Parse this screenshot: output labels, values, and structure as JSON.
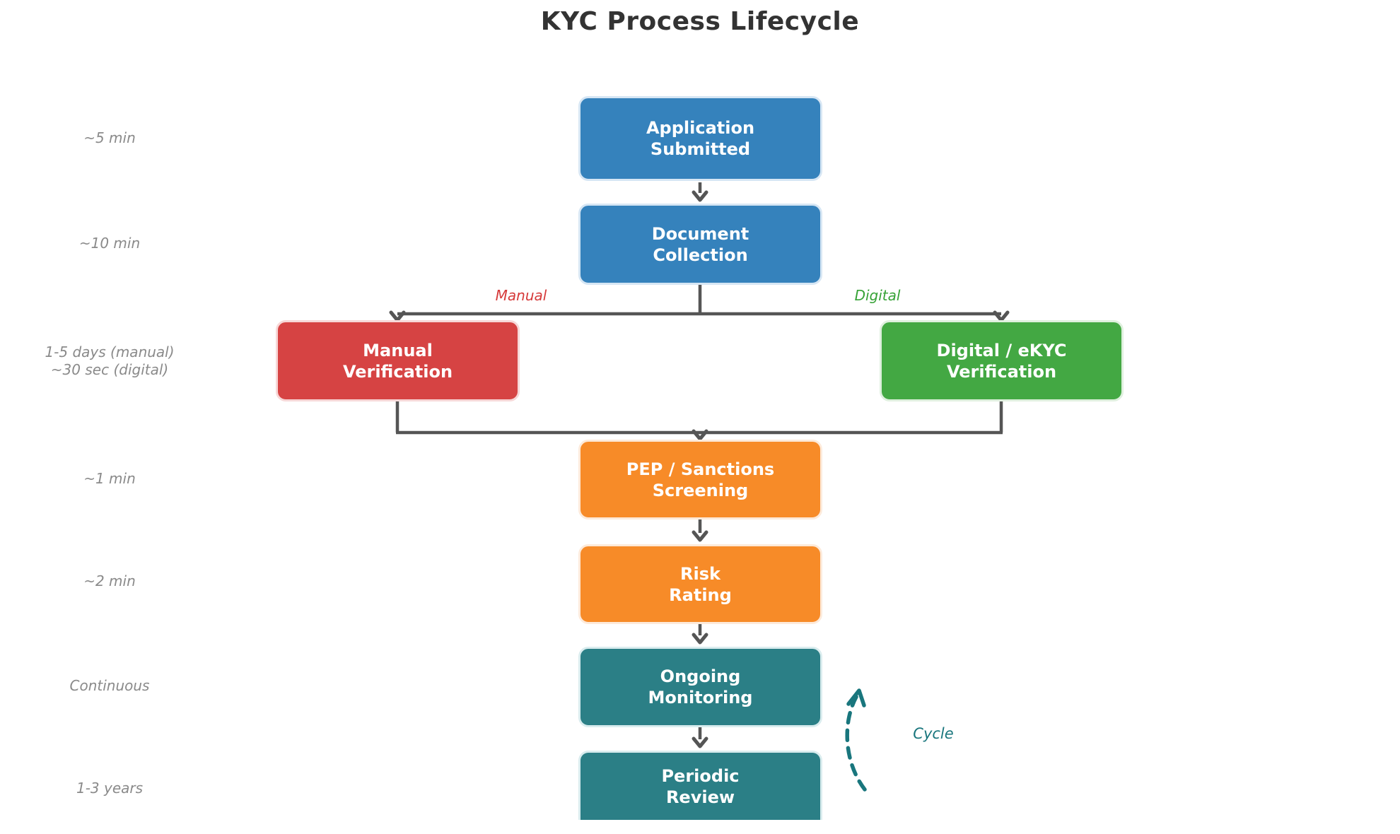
{
  "title": "KYC Process Lifecycle",
  "colors": {
    "blue": "#3582bc",
    "blue_border": "#d6e6f4",
    "red": "#d64343",
    "red_border": "#f7d7d7",
    "green": "#43a843",
    "green_border": "#dff0de",
    "orange": "#f78b28",
    "orange_border": "#fdeada",
    "teal": "#2b7f86",
    "teal_border": "#d9ecee",
    "arrow": "#555555",
    "side_label": "#8a8a8a",
    "manual_label": "#d63a3a",
    "digital_label": "#36a236",
    "cycle": "#19767d",
    "title_color": "#333333"
  },
  "nodes": [
    {
      "lines": [
        "Application",
        "Submitted"
      ]
    },
    {
      "lines": [
        "Document",
        "Collection"
      ]
    },
    {
      "lines": [
        "Manual",
        "Verification"
      ]
    },
    {
      "lines": [
        "Digital / eKYC",
        "Verification"
      ]
    },
    {
      "lines": [
        "PEP / Sanctions",
        "Screening"
      ]
    },
    {
      "lines": [
        "Risk",
        "Rating"
      ]
    },
    {
      "lines": [
        "Ongoing",
        "Monitoring"
      ]
    },
    {
      "lines": [
        "Periodic",
        "Review"
      ]
    }
  ],
  "side_labels": [
    {
      "lines": [
        "~5 min"
      ]
    },
    {
      "lines": [
        "~10 min"
      ]
    },
    {
      "lines": [
        "1-5 days (manual)",
        "~30 sec (digital)"
      ]
    },
    {
      "lines": [
        "~1 min"
      ]
    },
    {
      "lines": [
        "~2 min"
      ]
    },
    {
      "lines": [
        "Continuous"
      ]
    },
    {
      "lines": [
        "1-3 years"
      ]
    }
  ],
  "branch_labels": {
    "manual": "Manual",
    "digital": "Digital"
  },
  "cycle_label": "Cycle"
}
